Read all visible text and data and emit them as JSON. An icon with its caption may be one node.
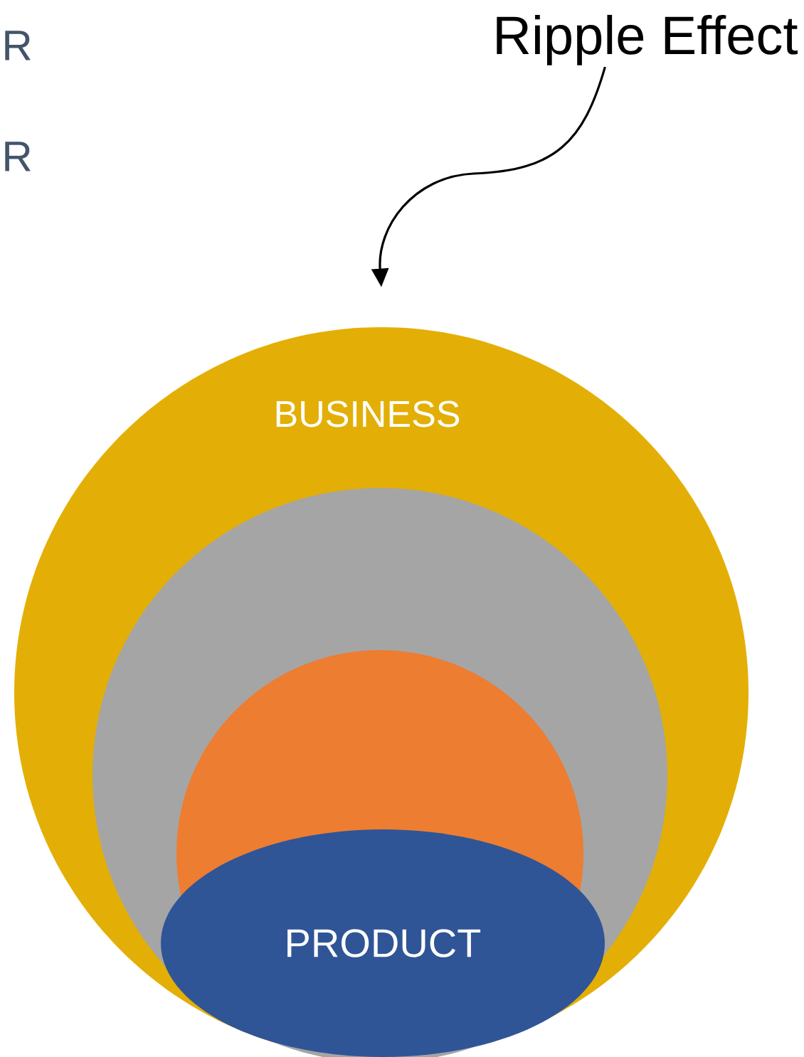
{
  "diagram": {
    "nodes": [
      {
        "text": [
          "Ripple Effect"
        ]
      },
      {
        "text": [
          "BUSINESS"
        ]
      },
      {
        "text": [],
        "shape": "circle",
        "in": 1
      },
      {
        "text": [],
        "shape": "circle",
        "in": 2
      },
      {
        "text": [
          "PRODUCT"
        ],
        "in": 2
      }
    ],
    "edges": [
      {
        "from": 0,
        "to": 1,
        "arrow": "to"
      }
    ],
    "labels": [
      "R",
      "R"
    ]
  }
}
